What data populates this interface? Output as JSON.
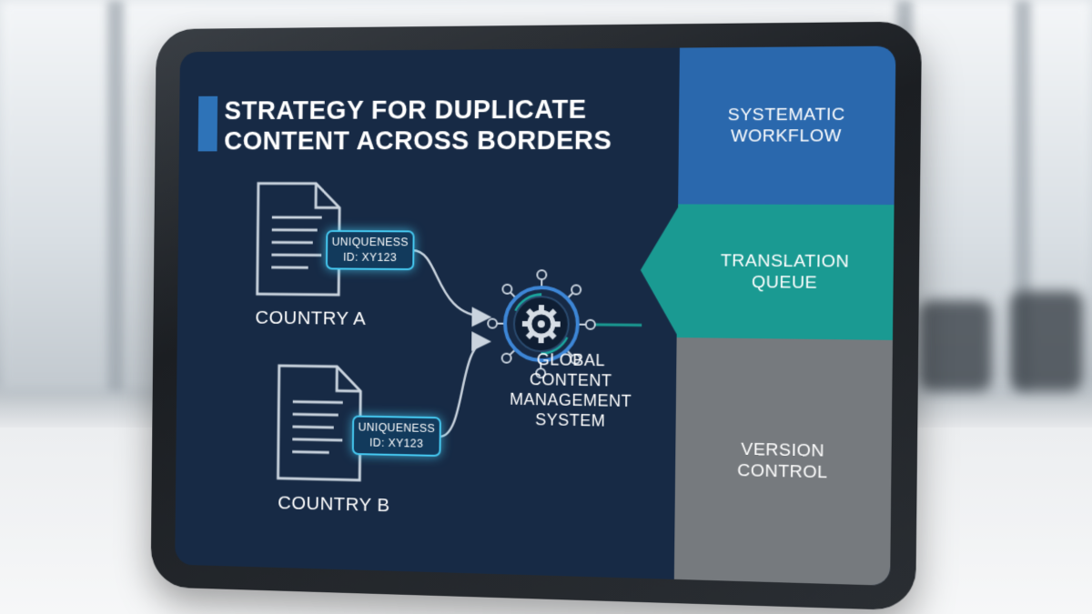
{
  "slide": {
    "title_line1": "STRATEGY FOR DUPLICATE",
    "title_line2": "CONTENT ACROSS BORDERS"
  },
  "documents": [
    {
      "label": "COUNTRY A",
      "badge_line1": "UNIQUENESS",
      "badge_line2": "ID: XY123"
    },
    {
      "label": "COUNTRY B",
      "badge_line1": "UNIQUENESS",
      "badge_line2": "ID: XY123"
    }
  ],
  "hub": {
    "label_line1": "GLOBAL",
    "label_line2": "CONTENT",
    "label_line3": "MANAGEMENT",
    "label_line4": "SYSTEM",
    "icon": "gear-icon"
  },
  "panels": [
    {
      "line1": "SYSTEMATIC",
      "line2": "WORKFLOW",
      "color": "#2a68ad"
    },
    {
      "line1": "TRANSLATION",
      "line2": "QUEUE",
      "color": "#1a9a92"
    },
    {
      "line1": "VERSION",
      "line2": "CONTROL",
      "color": "#767a7e"
    }
  ],
  "colors": {
    "screen_background": "#172a45",
    "accent": "#2e73b8",
    "badge_glow": "#45c8f0"
  }
}
